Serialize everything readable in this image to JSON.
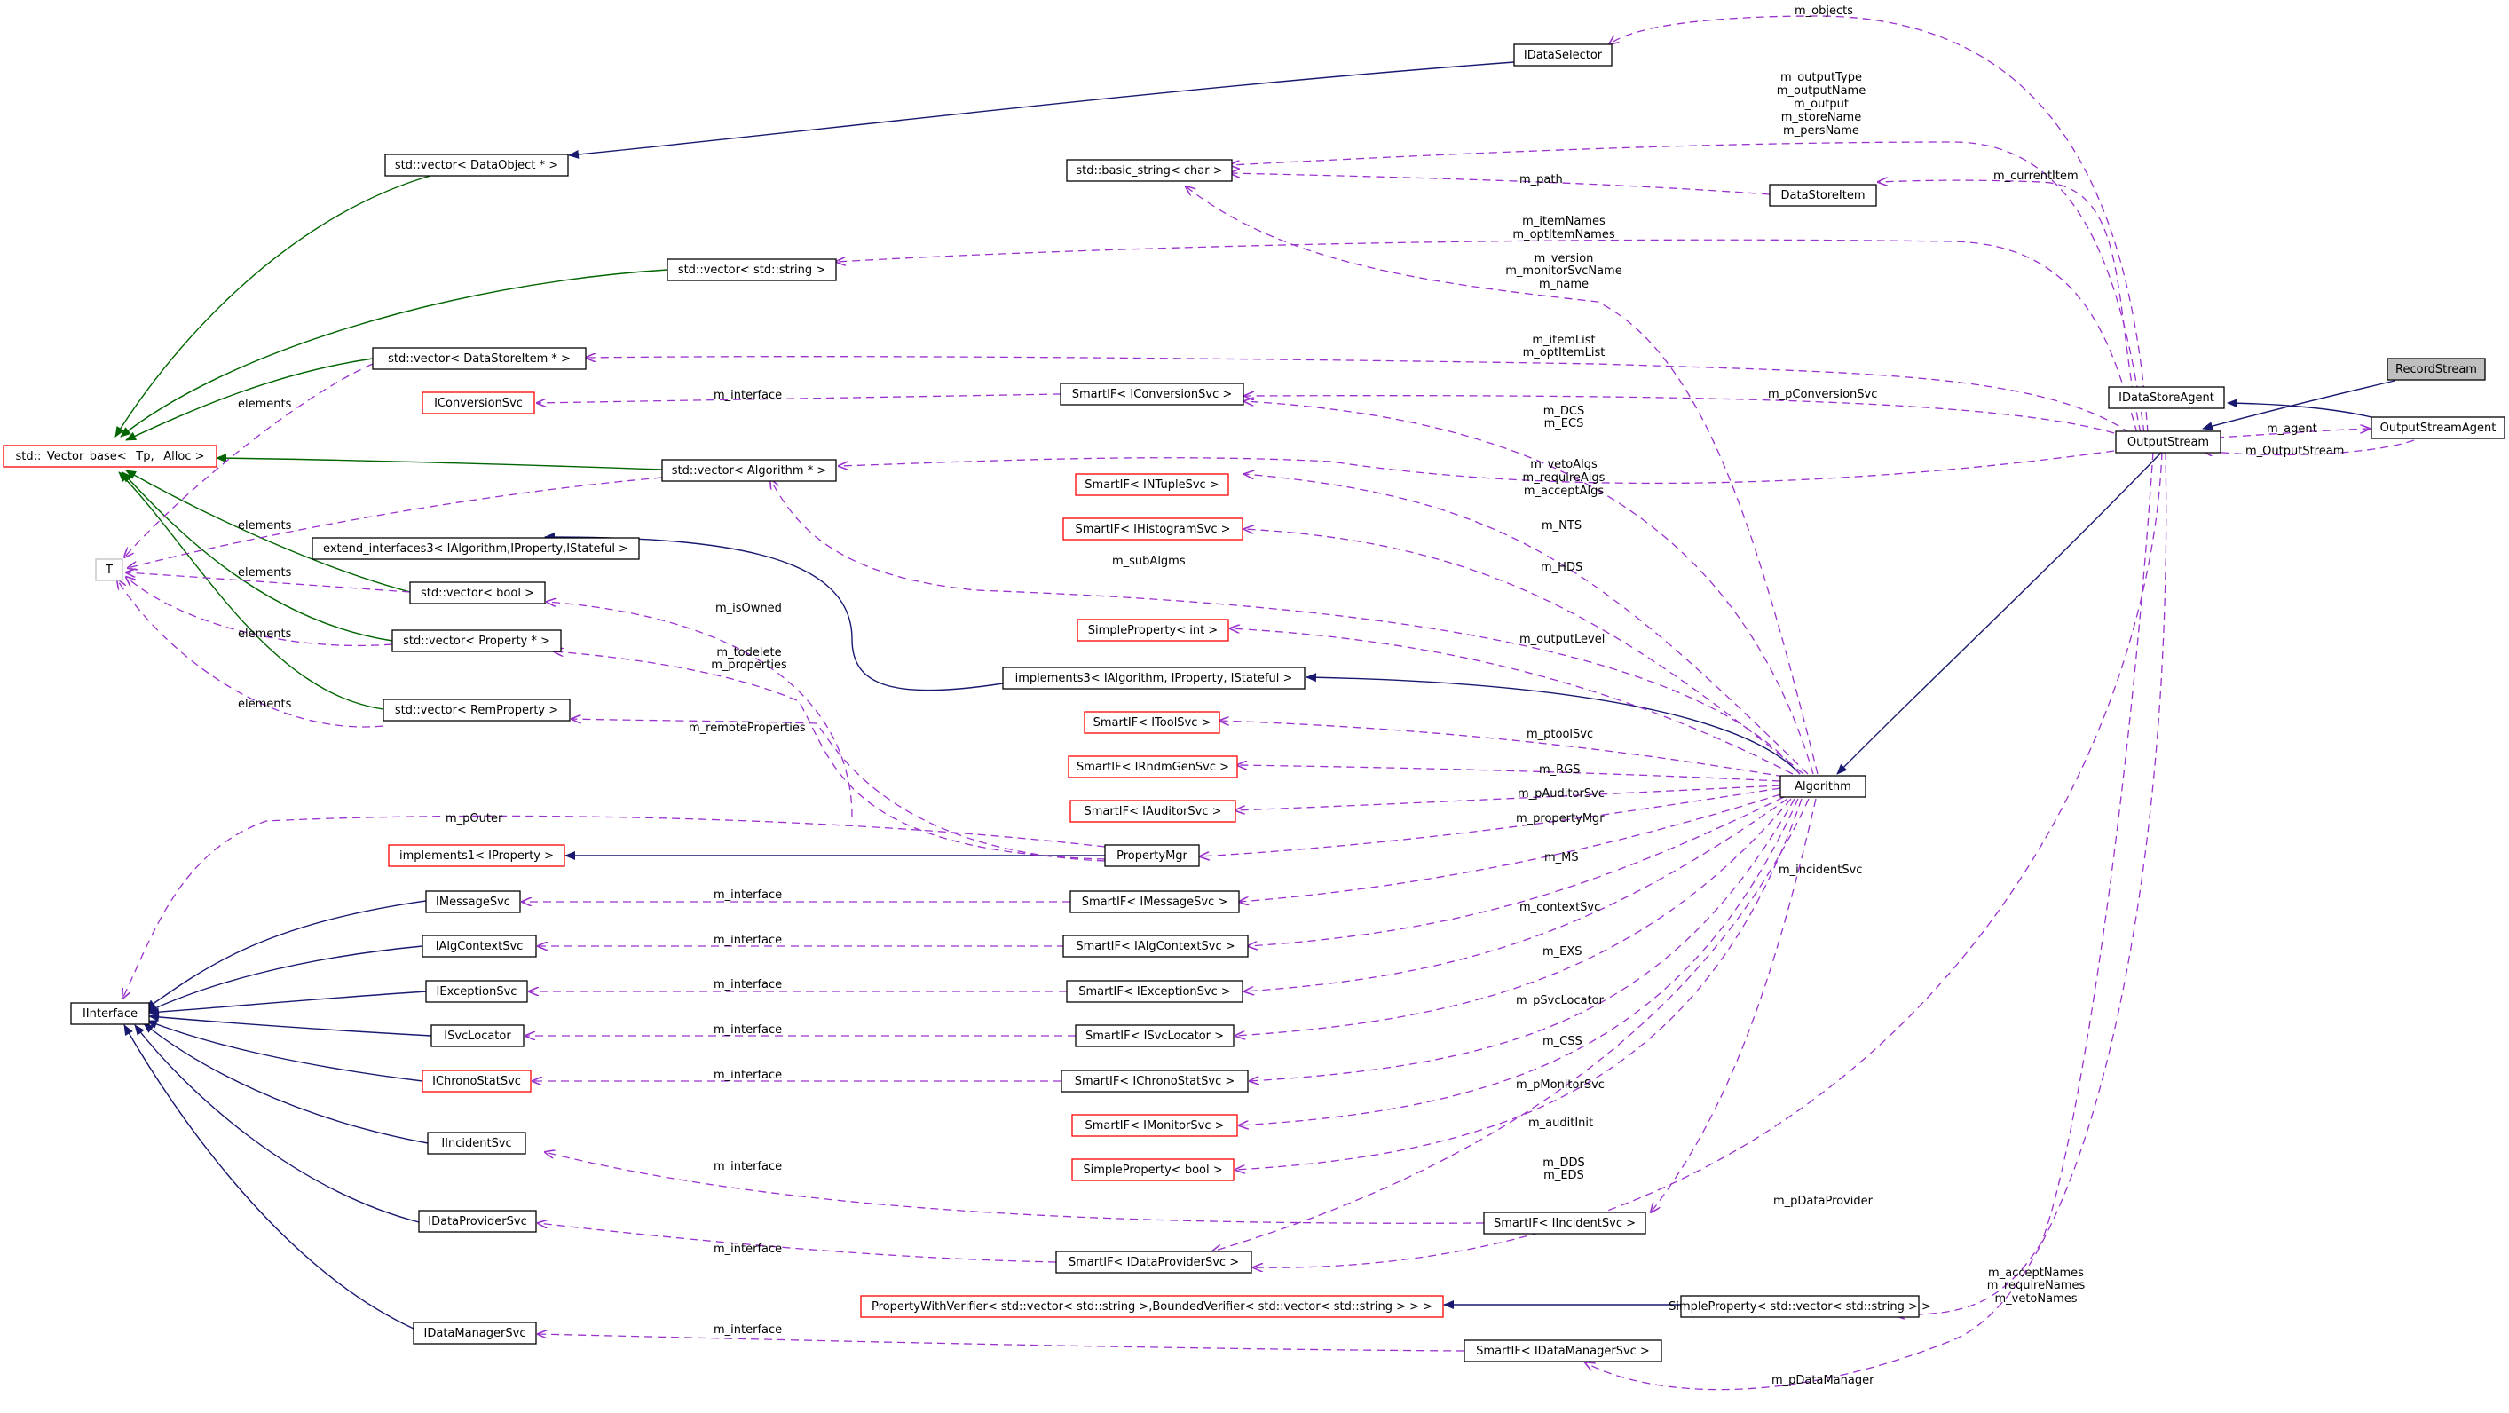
{
  "diagram": {
    "nodes": {
      "record_stream": "RecordStream",
      "output_stream": "OutputStream",
      "output_stream_agent": "OutputStreamAgent",
      "idatastore_agent": "IDataStoreAgent",
      "algorithm": "Algorithm",
      "idataselector": "IDataSelector",
      "datastoreitem": "DataStoreItem",
      "basic_string": "std::basic_string< char >",
      "vec_dataobject": "std::vector< DataObject * >",
      "vec_string": "std::vector< std::string >",
      "vec_datastoreitem": "std::vector< DataStoreItem * >",
      "vector_base": "std::_Vector_base< _Tp, _Alloc >",
      "vec_algorithm": "std::vector< Algorithm * >",
      "iconversionsvc": "IConversionSvc",
      "smartif_iconversionsvc": "SmartIF< IConversionSvc >",
      "smartif_intuplesvc": "SmartIF< INTupleSvc >",
      "smartif_ihistogramsvc": "SmartIF< IHistogramSvc >",
      "extend_interfaces3": "extend_interfaces3< IAlgorithm,IProperty,IStateful >",
      "t": "T",
      "vec_bool": "std::vector< bool >",
      "simpleproperty_int": "SimpleProperty< int >",
      "vec_property": "std::vector< Property * >",
      "implements3": "implements3< IAlgorithm, IProperty, IStateful >",
      "vec_remproperty": "std::vector< RemProperty >",
      "smartif_itoolsvc": "SmartIF< IToolSvc >",
      "smartif_irndmgensvc": "SmartIF< IRndmGenSvc >",
      "smartif_iauditorsvc": "SmartIF< IAuditorSvc >",
      "implements1": "implements1< IProperty >",
      "propertymgr": "PropertyMgr",
      "imessagesvc": "IMessageSvc",
      "smartif_imessagesvc": "SmartIF< IMessageSvc >",
      "ialgcontextsvc": "IAlgContextSvc",
      "smartif_ialgcontextsvc": "SmartIF< IAlgContextSvc >",
      "iinterface": "IInterface",
      "iexceptionsvc": "IExceptionSvc",
      "smartif_iexceptionsvc": "SmartIF< IExceptionSvc >",
      "isvclocator": "ISvcLocator",
      "smartif_isvclocator": "SmartIF< ISvcLocator >",
      "ichronostatsvc": "IChronoStatSvc",
      "smartif_ichronostatsvc": "SmartIF< IChronoStatSvc >",
      "smartif_imonitorsvc": "SmartIF< IMonitorSvc >",
      "iincidentsvc": "IIncidentSvc",
      "simpleproperty_bool": "SimpleProperty< bool >",
      "smartif_iincidentsvc": "SmartIF< IIncidentSvc >",
      "idataprovidersvc": "IDataProviderSvc",
      "smartif_idataprovidersvc": "SmartIF< IDataProviderSvc >",
      "propertywithverifier": "PropertyWithVerifier< std::vector< std::string >,BoundedVerifier< std::vector< std::string > > >",
      "simpleproperty_vecstring": "SimpleProperty< std::vector< std::string > >",
      "idatamanagersvc": "IDataManagerSvc",
      "smartif_idatamanagersvc": "SmartIF< IDataManagerSvc >"
    },
    "labels": {
      "m_objects": "m_objects",
      "m_output_type_group": [
        "m_outputType",
        "m_outputName",
        "m_output",
        "m_storeName",
        "m_persName"
      ],
      "m_path": "m_path",
      "m_current_item": "m_currentItem",
      "m_item_names_group": [
        "m_itemNames",
        "m_optItemNames"
      ],
      "m_version_group": [
        "m_version",
        "m_monitorSvcName",
        "m_name"
      ],
      "m_item_list_group": [
        "m_itemList",
        "m_optItemList"
      ],
      "elements": "elements",
      "m_interface": "m_interface",
      "m_pconversionsvc": "m_pConversionSvc",
      "m_dcs_group": [
        "m_DCS",
        "m_ECS"
      ],
      "m_agent": "m_agent",
      "m_outputstream": "m_OutputStream",
      "m_veto_group": [
        "m_vetoAlgs",
        "m_requireAlgs",
        "m_acceptAlgs"
      ],
      "m_nts": "m_NTS",
      "m_hds": "m_HDS",
      "m_subalgms": "m_subAlgms",
      "m_isowned": "m_isOwned",
      "m_todelete_group": [
        "m_todelete",
        "m_properties"
      ],
      "m_outputlevel": "m_outputLevel",
      "m_remoteproperties": "m_remoteProperties",
      "m_ptoolsvc": "m_ptoolSvc",
      "m_rgs": "m_RGS",
      "m_pauditorsvc": "m_pAuditorSvc",
      "m_pouter": "m_pOuter",
      "m_propertymgr": "m_propertyMgr",
      "m_incidentsvc": "m_incidentSvc",
      "m_ms": "m_MS",
      "m_contextsvc": "m_contextSvc",
      "m_exs": "m_EXS",
      "m_psvclocator": "m_pSvcLocator",
      "m_css": "m_CSS",
      "m_pmonitorsvc": "m_pMonitorSvc",
      "m_auditinit": "m_auditInit",
      "m_dds_group": [
        "m_DDS",
        "m_EDS"
      ],
      "m_pdataprovider": "m_pDataProvider",
      "m_accept_names_group": [
        "m_acceptNames",
        "m_requireNames",
        "m_vetoNames"
      ],
      "m_pdatamanager": "m_pDataManager"
    }
  }
}
